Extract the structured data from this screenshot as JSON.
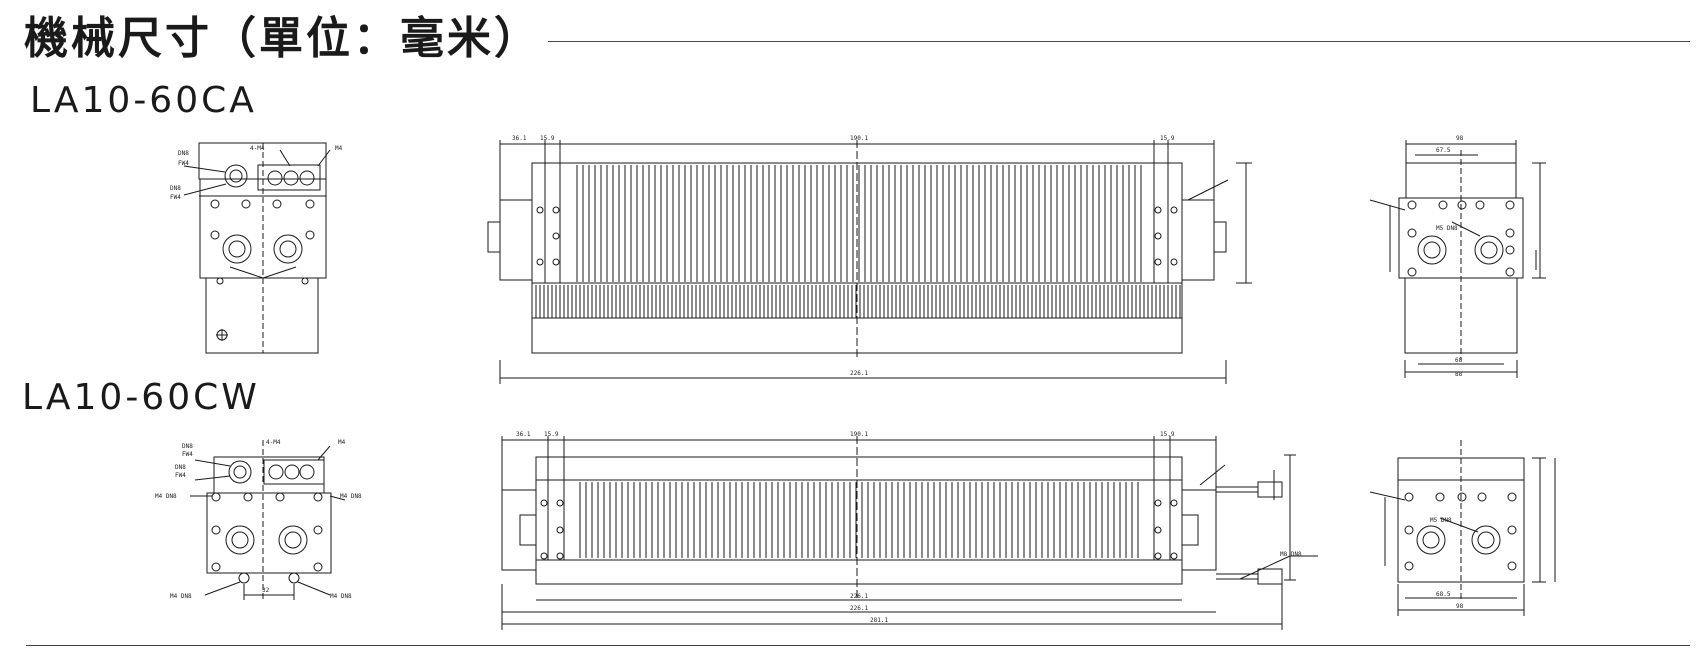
{
  "title": "機械尺寸（單位：毫米）",
  "models": [
    {
      "name": "LA10-60CA"
    },
    {
      "name": "LA10-60CW"
    }
  ],
  "colors": {
    "line": "#1a1a1a",
    "rule": "#444444",
    "background": "#ffffff"
  }
}
